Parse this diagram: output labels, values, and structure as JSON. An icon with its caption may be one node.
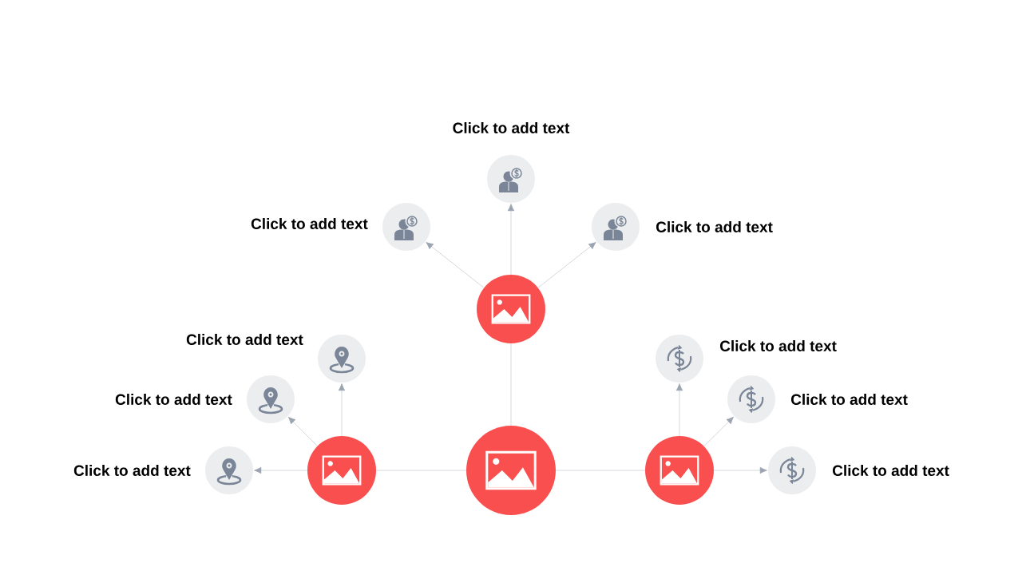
{
  "diagram": {
    "nodes": [
      {
        "text": [],
        "shape": "circle"
      },
      {
        "text": [],
        "shape": "circle"
      },
      {
        "text": [],
        "shape": "circle"
      },
      {
        "text": [],
        "shape": "circle"
      },
      {
        "text": [],
        "shape": "circle",
        "beside": [
          "Click to add text"
        ]
      },
      {
        "text": [],
        "shape": "circle",
        "beside": [
          "Click to add text"
        ]
      },
      {
        "text": [],
        "shape": "circle",
        "beside": [
          "Click to add text"
        ]
      },
      {
        "text": [],
        "shape": "circle",
        "beside": [
          "Click to add text"
        ]
      },
      {
        "text": [],
        "shape": "circle",
        "beside": [
          "Click to add text"
        ]
      },
      {
        "text": [],
        "shape": "circle",
        "beside": [
          "Click to add text"
        ]
      },
      {
        "text": [],
        "shape": "circle",
        "beside": [
          "Click to add text"
        ]
      },
      {
        "text": [],
        "shape": "circle",
        "beside": [
          "Click to add text"
        ]
      },
      {
        "text": [],
        "shape": "circle",
        "beside": [
          "Click to add text"
        ]
      }
    ],
    "edges": [
      {
        "from": 0,
        "to": 1,
        "arrow": "none"
      },
      {
        "from": 0,
        "to": 2,
        "arrow": "none"
      },
      {
        "from": 0,
        "to": 3,
        "arrow": "none"
      },
      {
        "from": 1,
        "to": 4,
        "arrow": "to"
      },
      {
        "from": 1,
        "to": 5,
        "arrow": "to"
      },
      {
        "from": 1,
        "to": 6,
        "arrow": "to"
      },
      {
        "from": 2,
        "to": 7,
        "arrow": "to"
      },
      {
        "from": 2,
        "to": 8,
        "arrow": "to"
      },
      {
        "from": 2,
        "to": 9,
        "arrow": "to"
      },
      {
        "from": 3,
        "to": 10,
        "arrow": "to"
      },
      {
        "from": 3,
        "to": 11,
        "arrow": "to"
      },
      {
        "from": 3,
        "to": 12,
        "arrow": "to"
      }
    ]
  }
}
